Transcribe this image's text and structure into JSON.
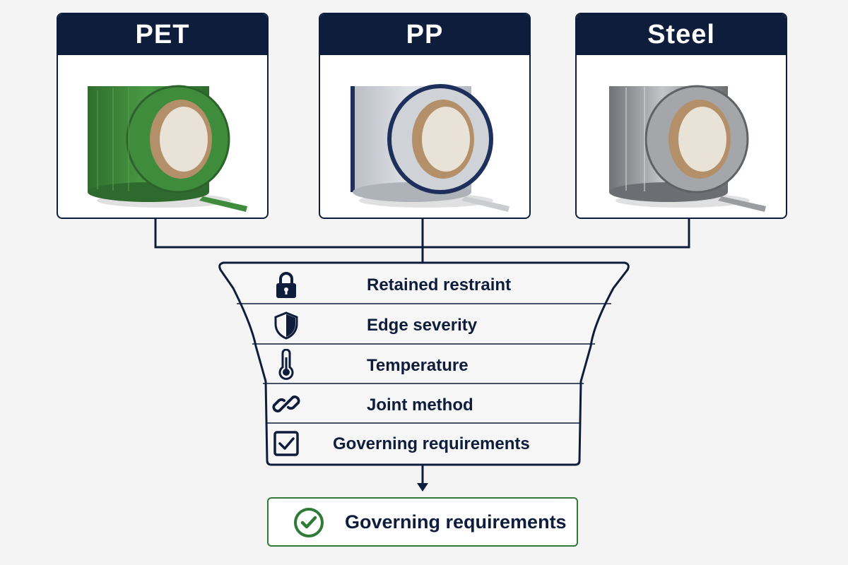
{
  "materials": [
    {
      "name": "PET",
      "icon": "pet-strap-coil-icon",
      "strap_color": "#3f8c3c"
    },
    {
      "name": "PP",
      "icon": "pp-strap-coil-icon",
      "strap_color": "#c9cdd2",
      "edge_color": "#1d2f5a"
    },
    {
      "name": "Steel",
      "icon": "steel-strap-coil-icon",
      "strap_color": "#9a9c9f"
    }
  ],
  "criteria": [
    {
      "label": "Retained restraint",
      "icon": "lock-icon"
    },
    {
      "label": "Edge severity",
      "icon": "shield-icon"
    },
    {
      "label": "Temperature",
      "icon": "thermometer-icon"
    },
    {
      "label": "Joint method",
      "icon": "chain-link-icon"
    },
    {
      "label": "Governing requirements",
      "icon": "checkbox-icon"
    }
  ],
  "result": {
    "label": "Governing requirements",
    "icon": "check-circle-icon"
  },
  "colors": {
    "navy": "#0f1d3c",
    "green": "#2f7a37",
    "background": "#f3f4f3"
  }
}
